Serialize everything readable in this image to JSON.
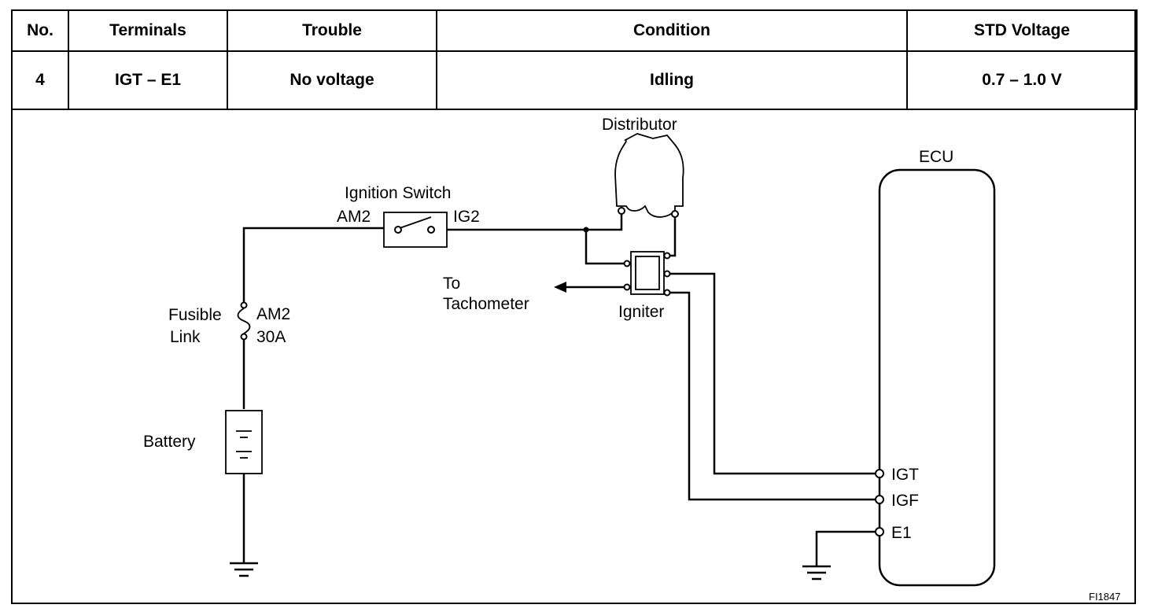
{
  "table": {
    "headers": [
      "No.",
      "Terminals",
      "Trouble",
      "Condition",
      "STD Voltage"
    ],
    "rows": [
      [
        "4",
        "IGT – E1",
        "No voltage",
        "Idling",
        "0.7 – 1.0 V"
      ]
    ]
  },
  "diagram": {
    "distributor": "Distributor",
    "ecu": "ECU",
    "ignition_switch": "Ignition Switch",
    "am2_switch": "AM2",
    "ig2": "IG2",
    "to": "To",
    "tachometer": "Tachometer",
    "igniter": "Igniter",
    "fusible": "Fusible",
    "link": "Link",
    "am2_fuse": "AM2",
    "amps": "30A",
    "battery": "Battery",
    "igt": "IGT",
    "igf": "IGF",
    "e1": "E1",
    "figure_id": "FI1847"
  }
}
